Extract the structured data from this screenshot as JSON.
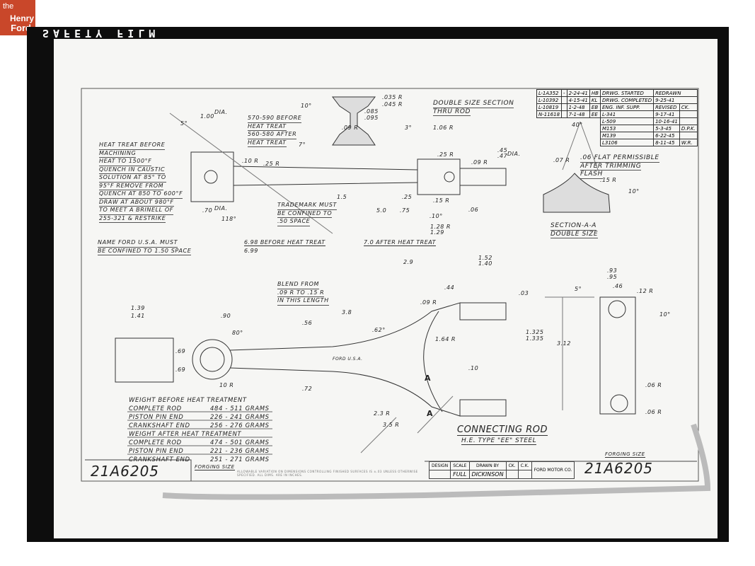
{
  "logo": {
    "line1": "the",
    "line2": "Henry",
    "line3": "Ford"
  },
  "film_edge_text": "SAFETY FILM",
  "drawing": {
    "heat_treat_note": [
      "HEAT TREAT BEFORE",
      "MACHINING",
      "HEAT TO 1500°F",
      "QUENCH IN CAUSTIC",
      "SOLUTION AT 85° TO",
      "95°F REMOVE FROM",
      "QUENCH AT 850 TO 600°F",
      "DRAW AT ABOUT 980°F",
      "TO MEET A BRINELL OF",
      "255-321 & RESTRIKE"
    ],
    "name_note": [
      "NAME FORD U.S.A. MUST",
      "BE CONFINED TO 1.50 SPACE"
    ],
    "trademark_note": [
      "TRADEMARK MUST",
      "BE CONFINED TO",
      ".50 SPACE"
    ],
    "blend_note": [
      "BLEND FROM",
      ".09 R TO .15 R",
      "IN THIS LENGTH"
    ],
    "heat_range_note": [
      "570-590 BEFORE",
      "HEAT TREAT",
      "560-580 AFTER",
      "HEAT TREAT"
    ],
    "double_size_section": [
      "DOUBLE SIZE SECTION",
      "THRU ROD"
    ],
    "flat_note": [
      ".06 FLAT PERMISSIBLE",
      "AFTER TRIMMING",
      "FLASH"
    ],
    "section_aa": [
      "SECTION-A-A",
      "DOUBLE SIZE"
    ],
    "before_heat_treat": "6.98 BEFORE HEAT TREAT",
    "before_heat_treat_2": "6.99",
    "after_heat_treat": "7.0 AFTER HEAT TREAT",
    "section_mark": "A",
    "ford_stamp": "FORD U.S.A.",
    "dimensions": [
      "10°",
      ".035 R",
      ".045 R",
      ".085",
      ".095",
      "DIA.",
      "1.00",
      "5°",
      ".09 R",
      "7°",
      "3°",
      "1.06 R",
      ".10 R",
      ".25 R",
      ".25 R",
      ".09 R",
      ".45",
      ".47",
      "DIA.",
      "1.5",
      ".25",
      ".15 R",
      "5.0",
      ".75",
      ".10°",
      ".06",
      "1.28 R",
      "1.29",
      ".70",
      "DIA.",
      "118°",
      "40°",
      ".07 R",
      ".15 R",
      "10°",
      "2.9",
      "1.52",
      "1.40",
      ".93",
      ".95",
      ".46",
      ".12 R",
      "10°",
      "5°",
      ".44",
      ".03",
      ".09 R",
      "3.8",
      ".62°",
      "1.64 R",
      "1.325",
      "1.335",
      "3.12",
      ".10",
      "1.39",
      "1.41",
      ".90",
      ".56",
      ".69",
      ".69",
      "10 R",
      ".72",
      "2.3 R",
      "3.5 R",
      ".06 R",
      ".06 R",
      "80°"
    ],
    "weights": {
      "before_title": "WEIGHT BEFORE HEAT TREATMENT",
      "before": [
        {
          "part": "COMPLETE ROD",
          "range": "484 - 511 GRAMS"
        },
        {
          "part": "PISTON PIN END",
          "range": "226 - 241 GRAMS"
        },
        {
          "part": "CRANKSHAFT END",
          "range": "256 - 276 GRAMS"
        }
      ],
      "after_title": "WEIGHT AFTER HEAT TREATMENT",
      "after": [
        {
          "part": "COMPLETE ROD",
          "range": "474 - 501 GRAMS"
        },
        {
          "part": "PISTON PIN END",
          "range": "221 - 236 GRAMS"
        },
        {
          "part": "CRANKSHAFT END",
          "range": "251 - 271 GRAMS"
        }
      ]
    },
    "revisions": [
      {
        "ref": "L-1A352",
        "date": "2-24-41",
        "by": "HB"
      },
      {
        "ref": "L-10392",
        "date": "4-15-41",
        "by": "KL"
      },
      {
        "ref": "L-10819",
        "date": "1-2-48",
        "by": "EB"
      },
      {
        "ref": "N-11618",
        "date": "7-1-48",
        "by": "EE"
      }
    ],
    "status": {
      "drwg_started_label": "DRWG. STARTED",
      "drwg_started": "REDRAWN",
      "drwg_completed_label": "DRWG. COMPLETED",
      "drwg_completed": "9-25-41",
      "eng_inf_label": "ENG. INF.",
      "supp_label": "SUPP.",
      "revised_label": "REVISED",
      "ck_label": "CK.",
      "changes": [
        {
          "ref": "L-341",
          "date": "9-17-41",
          "ck": ""
        },
        {
          "ref": "L-509",
          "date": "10-16-41",
          "ck": ""
        },
        {
          "ref": "M153",
          "date": "5-3-45",
          "ck": "D.P.K."
        },
        {
          "ref": "M139",
          "date": "6-22-45",
          "ck": ""
        },
        {
          "ref": "L3106",
          "date": "8-11-45",
          "ck": "W.R."
        }
      ]
    },
    "title": "CONNECTING ROD",
    "subtitle": "H.E. TYPE \"EE\" STEEL",
    "forging_size": "FORGING SIZE",
    "part_number": "21A6205",
    "title_block": {
      "design_label": "DESIGN",
      "scale_label": "SCALE",
      "drawn_by_label": "DRAWN BY",
      "ck_label": "CK.",
      "ck2_label": "C.K.",
      "scale": "FULL",
      "drawn_by": "DICKINSON",
      "company": "FORD MOTOR CO."
    },
    "tolerance_note": "ALLOWABLE VARIATION ON DIMENSIONS CONTROLLING FINISHED SURFACES IS ±.03 UNLESS OTHERWISE SPECIFIED. ALL DIMS. ARE IN INCHES."
  }
}
